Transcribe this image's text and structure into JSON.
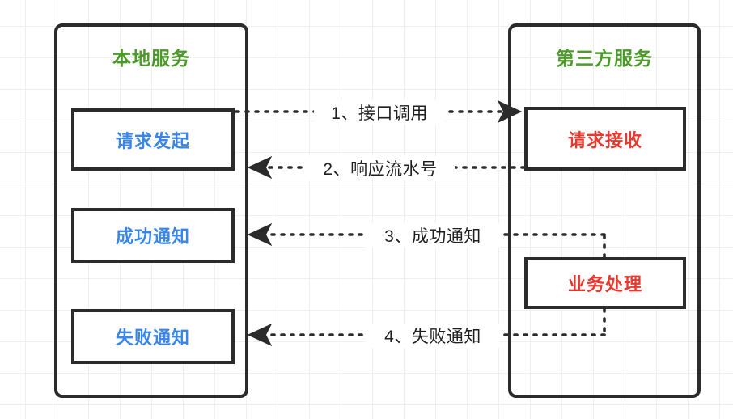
{
  "diagram": {
    "title_color": "#4c9a2a",
    "local_color": "#3a86e8",
    "third_party_color": "#e8392e",
    "line_color": "#2b2b2b",
    "lanes": [
      {
        "id": "local-service",
        "label": "本地服务",
        "nodes": [
          {
            "id": "request-initiate",
            "label": "请求发起"
          },
          {
            "id": "success-notice",
            "label": "成功通知"
          },
          {
            "id": "failure-notice",
            "label": "失败通知"
          }
        ]
      },
      {
        "id": "third-party-service",
        "label": "第三方服务",
        "nodes": [
          {
            "id": "request-receive",
            "label": "请求接收"
          },
          {
            "id": "business-process",
            "label": "业务处理"
          }
        ]
      }
    ],
    "edges": [
      {
        "id": "edge-1",
        "label": "1、接口调用",
        "direction": "right"
      },
      {
        "id": "edge-2",
        "label": "2、响应流水号",
        "direction": "left"
      },
      {
        "id": "edge-3",
        "label": "3、成功通知",
        "direction": "left"
      },
      {
        "id": "edge-4",
        "label": "4、失败通知",
        "direction": "left"
      }
    ]
  }
}
